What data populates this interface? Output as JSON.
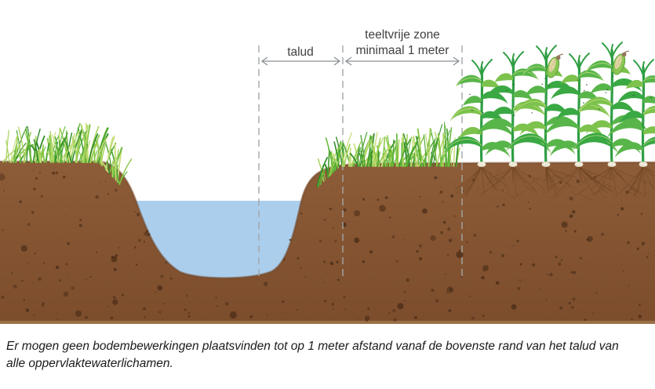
{
  "diagram": {
    "labels": {
      "talud": "talud",
      "zone_line1": "teeltvrije zone",
      "zone_line2": "minimaal 1 meter"
    },
    "caption": "Er mogen geen bodembewerkingen plaatsvinden tot op 1 meter afstand vanaf de bovenste rand van het talud van alle oppervlaktewaterlichamen.",
    "colors": {
      "soil": "#8d5c38",
      "soil_deep": "#7c4d2c",
      "soil_speckle": "#4f3019",
      "soil_edge": "#714626",
      "soil_bottom_strip": "#c39a67",
      "water": "#abceec",
      "root": "#6a421f",
      "grass_palette": [
        "#2f8a27",
        "#4aa332",
        "#63b83a",
        "#85c642",
        "#a8d35e",
        "#c6de78"
      ],
      "corn_stalk": "#2f9e44",
      "corn_leaf_palette": [
        "#3aa843",
        "#58b54a",
        "#7cc24c"
      ],
      "corn_vein": "#cfe08a",
      "corn_crown": "#ebe5d2",
      "cob_husk": "#8bc653",
      "cob_kernels": "#e0d5a3",
      "cob_silk": "#97755a",
      "dash_gray": "#a3a7a8",
      "arrow_gray": "#8b9194",
      "label_text": "#3f4041",
      "caption_text": "#1c1a1b"
    }
  }
}
